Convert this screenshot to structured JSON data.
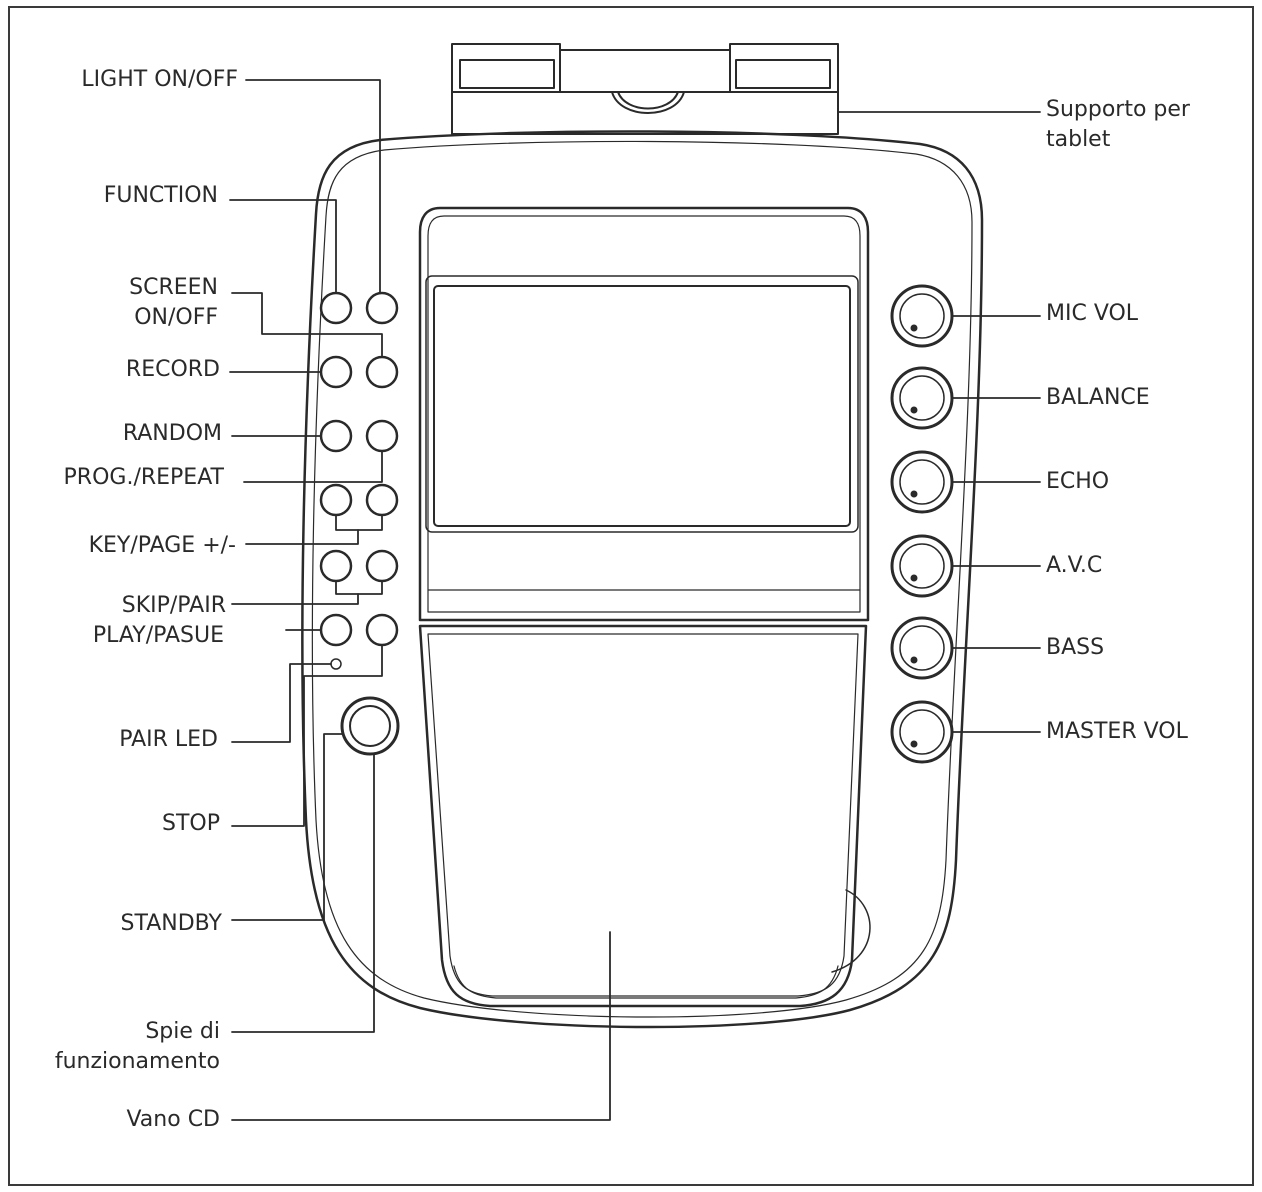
{
  "labels": {
    "light_on_off": "LIGHT ON/OFF",
    "function": "FUNCTION",
    "screen_on_off_1": "SCREEN",
    "screen_on_off_2": "ON/OFF",
    "record": "RECORD",
    "random": "RANDOM",
    "prog_repeat": "PROG./REPEAT",
    "key_page": "KEY/PAGE +/-",
    "skip_pair": "SKIP/PAIR",
    "play_pause": "PLAY/PASUE",
    "pair_led": "PAIR LED",
    "stop": "STOP",
    "standby": "STANDBY",
    "spie_1": "Spie di",
    "spie_2": "funzionamento",
    "vano_cd": "Vano CD",
    "supporto_1": "Supporto per",
    "supporto_2": "tablet",
    "mic_vol": "MIC VOL",
    "balance": "BALANCE",
    "echo": "ECHO",
    "avc": "A.V.C",
    "bass": "BASS",
    "master_vol": "MASTER VOL"
  },
  "colors": {
    "line": "#2a2a2a",
    "background": "#ffffff"
  }
}
